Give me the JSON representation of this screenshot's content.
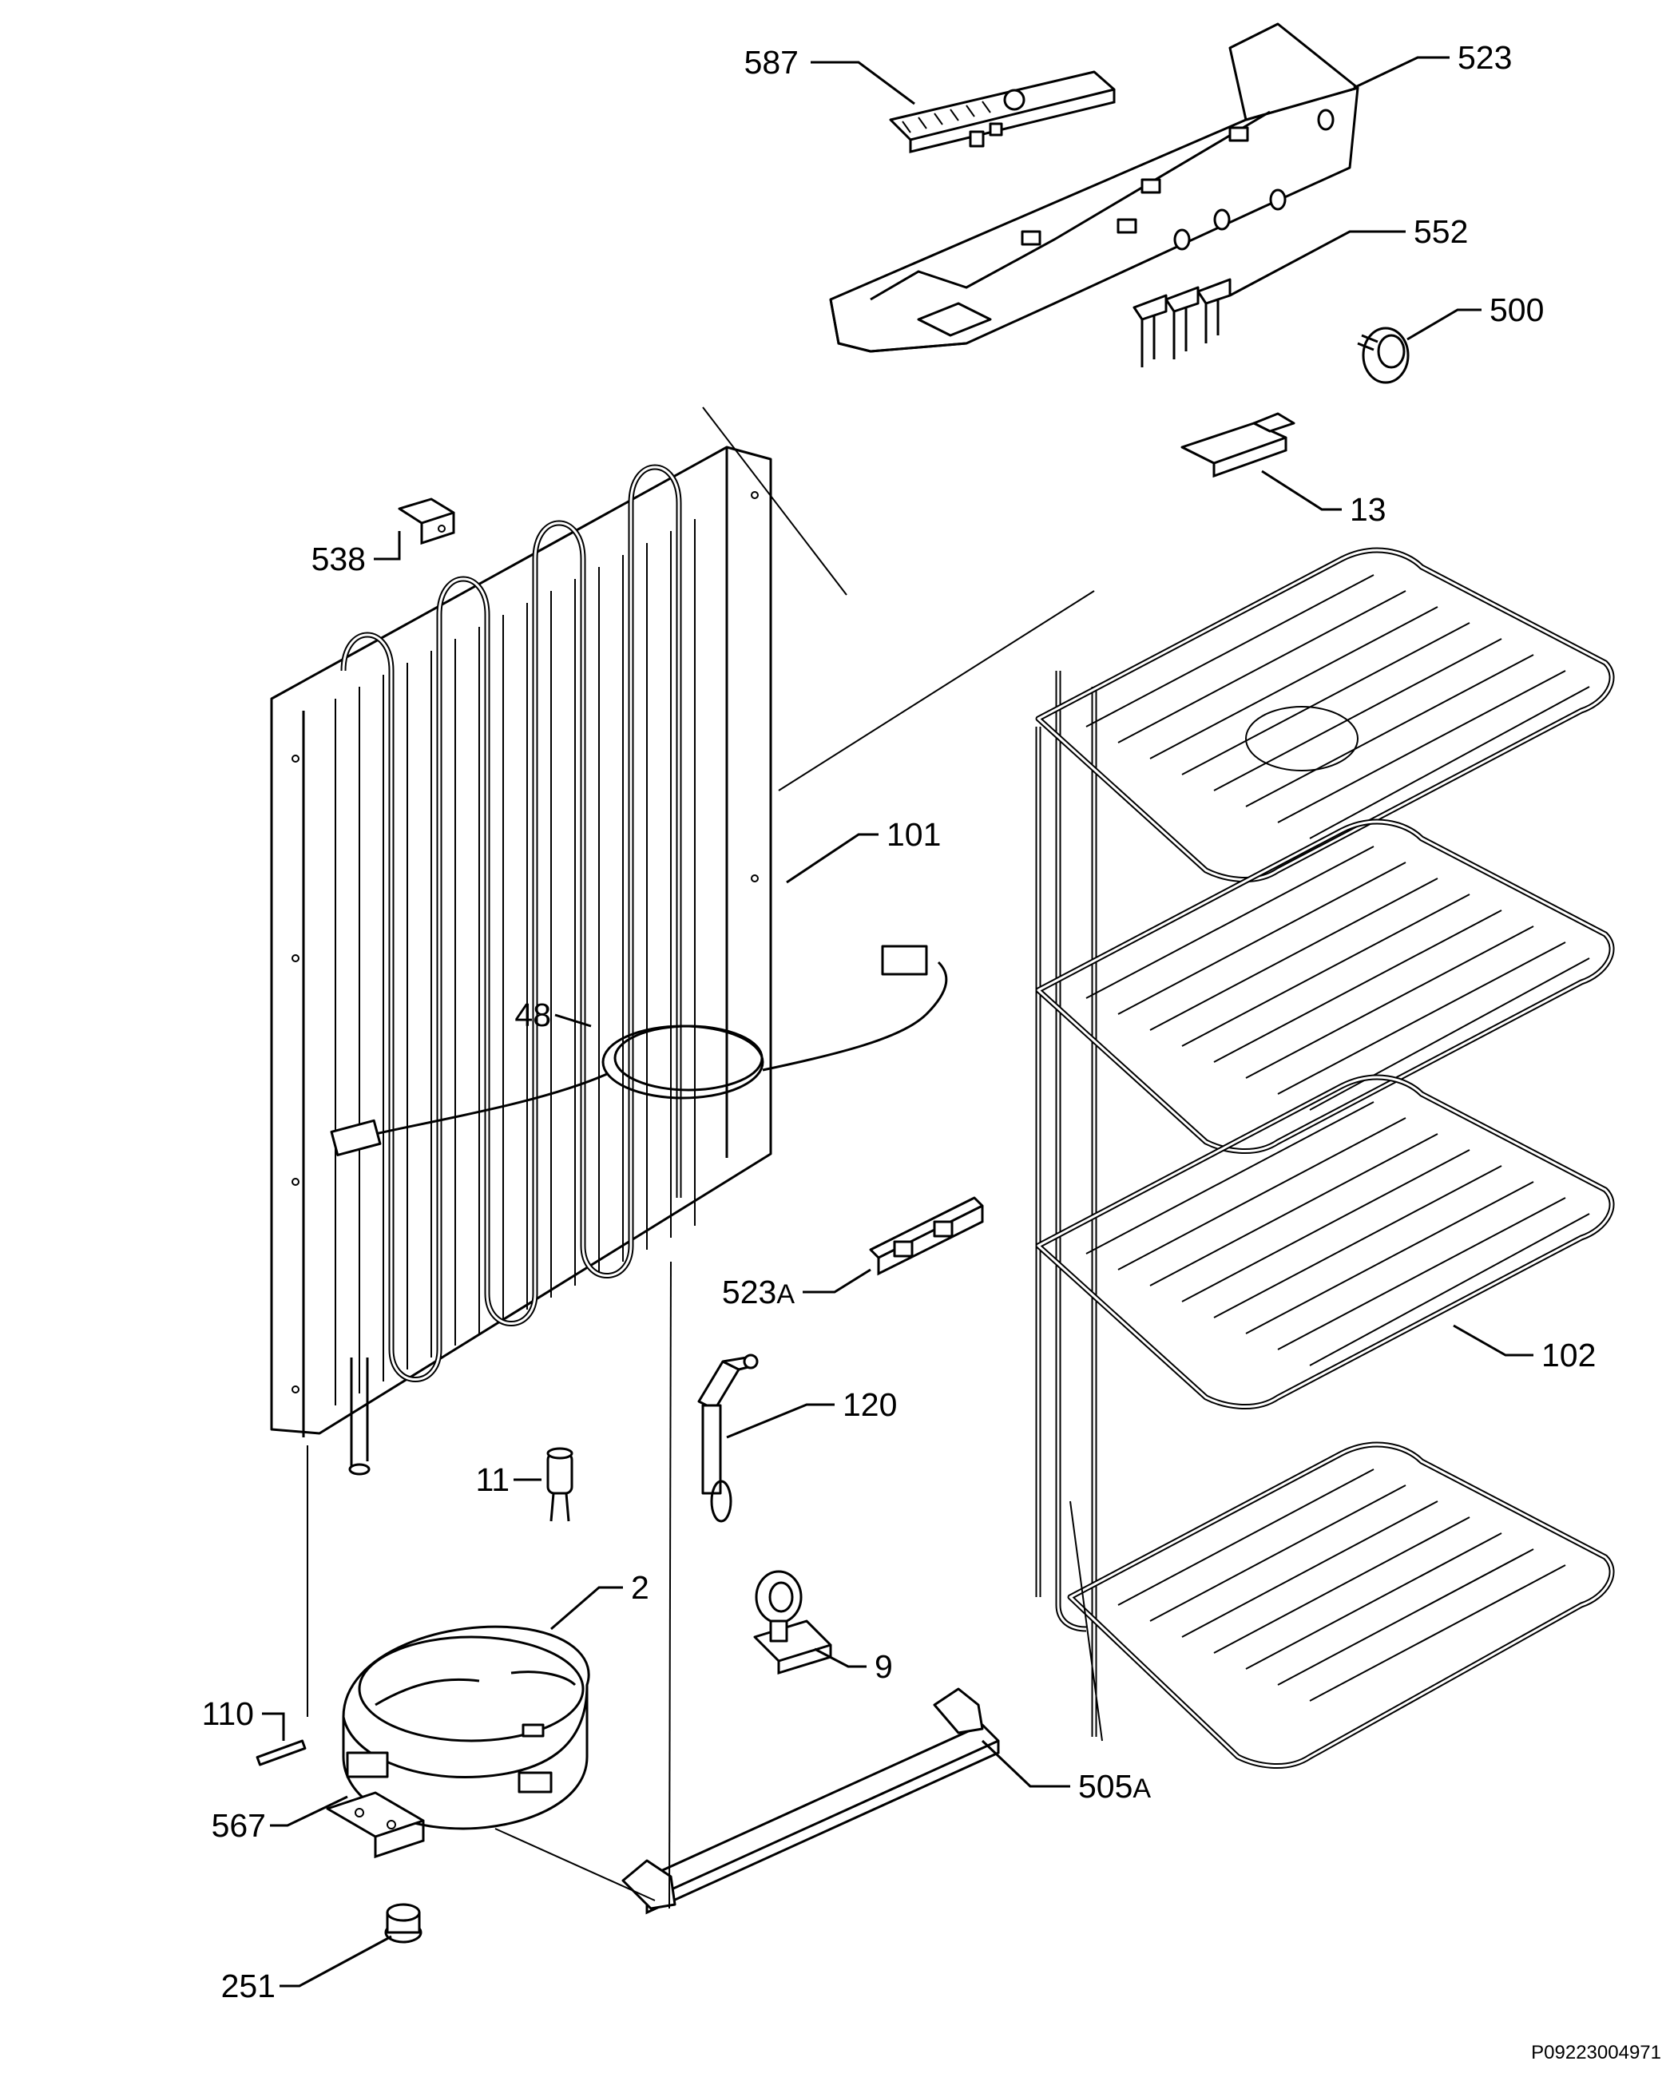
{
  "callouts": [
    {
      "id": "587",
      "text": "587",
      "sub": ""
    },
    {
      "id": "523",
      "text": "523",
      "sub": ""
    },
    {
      "id": "552",
      "text": "552",
      "sub": ""
    },
    {
      "id": "500",
      "text": "500",
      "sub": ""
    },
    {
      "id": "13",
      "text": "13",
      "sub": ""
    },
    {
      "id": "538",
      "text": "538",
      "sub": ""
    },
    {
      "id": "101",
      "text": "101",
      "sub": ""
    },
    {
      "id": "48",
      "text": "48",
      "sub": ""
    },
    {
      "id": "523a",
      "text": "523",
      "sub": "A"
    },
    {
      "id": "102",
      "text": "102",
      "sub": ""
    },
    {
      "id": "120",
      "text": "120",
      "sub": ""
    },
    {
      "id": "11",
      "text": "11",
      "sub": ""
    },
    {
      "id": "2",
      "text": "2",
      "sub": ""
    },
    {
      "id": "9",
      "text": "9",
      "sub": ""
    },
    {
      "id": "110",
      "text": "110",
      "sub": ""
    },
    {
      "id": "567",
      "text": "567",
      "sub": ""
    },
    {
      "id": "505a",
      "text": "505",
      "sub": "A"
    },
    {
      "id": "251",
      "text": "251",
      "sub": ""
    }
  ],
  "drawing_code": "P09223004971"
}
